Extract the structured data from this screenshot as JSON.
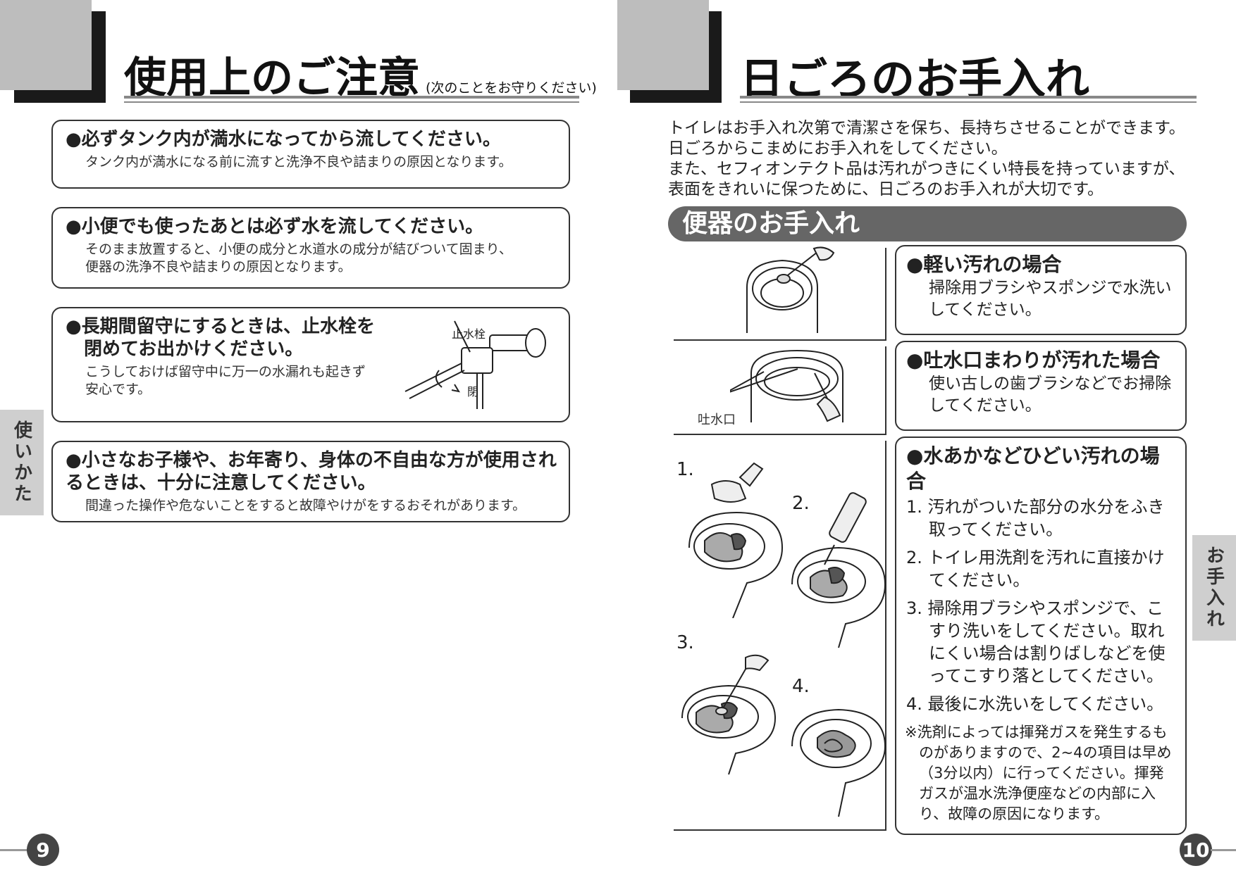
{
  "left_page": {
    "title": "使用上のご注意",
    "subtitle": "(次のことをお守りください)",
    "notices": [
      {
        "head": "●必ずタンク内が満水になってから流してください。",
        "body": "タンク内が満水になる前に流すと洗浄不良や詰まりの原因となります。"
      },
      {
        "head": "●小便でも使ったあとは必ず水を流してください。",
        "body": "そのまま放置すると、小便の成分と水道水の成分が結びついて固まり、便器の洗浄不良や詰まりの原因となります。"
      },
      {
        "head_line1": "●長期間留守にするときは、止水栓を",
        "head_line2": "閉めてお出かけください。",
        "body": "こうしておけば留守中に万一の水漏れも起きず安心です。",
        "label_valve": "止水栓",
        "label_close": "閉"
      },
      {
        "head": "●小さなお子様や、お年寄り、身体の不自由な方が使用されるときは、十分に注意してください。",
        "body": "間違った操作や危ないことをすると故障やけがをするおそれがあります。"
      }
    ],
    "side_tab": "使いかた",
    "page_number": "9"
  },
  "right_page": {
    "title": "日ごろのお手入れ",
    "intro": [
      "トイレはお手入れ次第で清潔さを保ち、長持ちさせることができます。",
      "日ごろからこまめにお手入れをしてください。",
      "また、セフィオンテクト品は汚れがつきにくい特長を持っていますが、",
      "表面をきれいに保つために、日ごろのお手入れが大切です。"
    ],
    "section_title": "便器のお手入れ",
    "care_light": {
      "head": "●軽い汚れの場合",
      "body": "掃除用ブラシやスポンジで水洗いしてください。"
    },
    "care_spout": {
      "head": "●吐水口まわりが汚れた場合",
      "body": "使い古しの歯ブラシなどでお掃除してください。",
      "label": "吐水口"
    },
    "care_heavy": {
      "head": "●水あかなどひどい汚れの場合",
      "steps": [
        "1. 汚れがついた部分の水分をふき取ってください。",
        "2. トイレ用洗剤を汚れに直接かけてください。",
        "3. 掃除用ブラシやスポンジで、こすり洗いをしてください。取れにくい場合は割りばしなどを使ってこすり落としてください。",
        "4. 最後に水洗いをしてください。"
      ],
      "note": "※洗剤によっては揮発ガスを発生するものがありますので、2~4の項目は早め（3分以内）に行ってください。揮発ガスが温水洗浄便座などの内部に入り、故障の原因になります。",
      "step_labels": [
        "1.",
        "2.",
        "3.",
        "4."
      ]
    },
    "side_tab": "お手入れ",
    "page_number": "10"
  }
}
